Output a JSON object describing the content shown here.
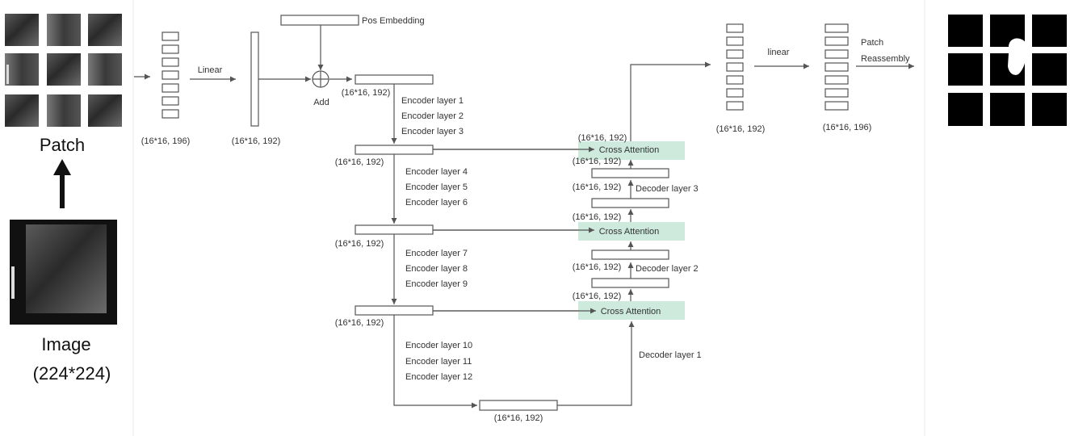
{
  "labels": {
    "patch_caption": "Patch",
    "image_caption": "Image",
    "image_size": "(224*224)",
    "linear_in": "Linear",
    "linear_out": "linear",
    "pos_embedding": "Pos Embedding",
    "add": "Add",
    "patch_reassembly_1": "Patch",
    "patch_reassembly_2": "Reassembly",
    "dim_tokens_in": "(16*16, 196)",
    "dim_linear": "(16*16, 192)",
    "dim_out_1": "(16*16, 192)",
    "dim_out_2": "(16*16, 196)",
    "dim_embed": "(16*16, 192)",
    "dim_enc1": "(16*16, 192)",
    "dim_enc2": "(16*16, 192)",
    "dim_enc3": "(16*16, 192)",
    "dim_bottom": "(16*16, 192)",
    "dim_dec_top": "(16*16, 192)",
    "dim_dec_a": "(16*16, 192)",
    "dim_dec_b": "(16*16, 192)",
    "dim_dec_c": "(16*16, 192)",
    "dim_dec_d": "(16*16, 192)",
    "dim_dec_e": "(16*16, 192)",
    "cross_attention_1": "Cross Attention",
    "cross_attention_2": "Cross Attention",
    "cross_attention_3": "Cross Attention",
    "decoder_layer_1": "Decoder layer 1",
    "decoder_layer_2": "Decoder layer 2",
    "decoder_layer_3": "Decoder layer 3",
    "enc_group_1": [
      "Encoder layer 1",
      "Encoder layer 2",
      "Encoder layer 3"
    ],
    "enc_group_2": [
      "Encoder layer 4",
      "Encoder layer 5",
      "Encoder layer 6"
    ],
    "enc_group_3": [
      "Encoder layer 7",
      "Encoder layer 8",
      "Encoder layer 9"
    ],
    "enc_group_4": [
      "Encoder layer 10",
      "Encoder layer 11",
      "Encoder layer 12"
    ]
  },
  "colors": {
    "line": "#555555",
    "cross_attention_fill": "#cdeadd",
    "ultrasound_dark": "#1a1a1a",
    "mask_black": "#000000"
  }
}
